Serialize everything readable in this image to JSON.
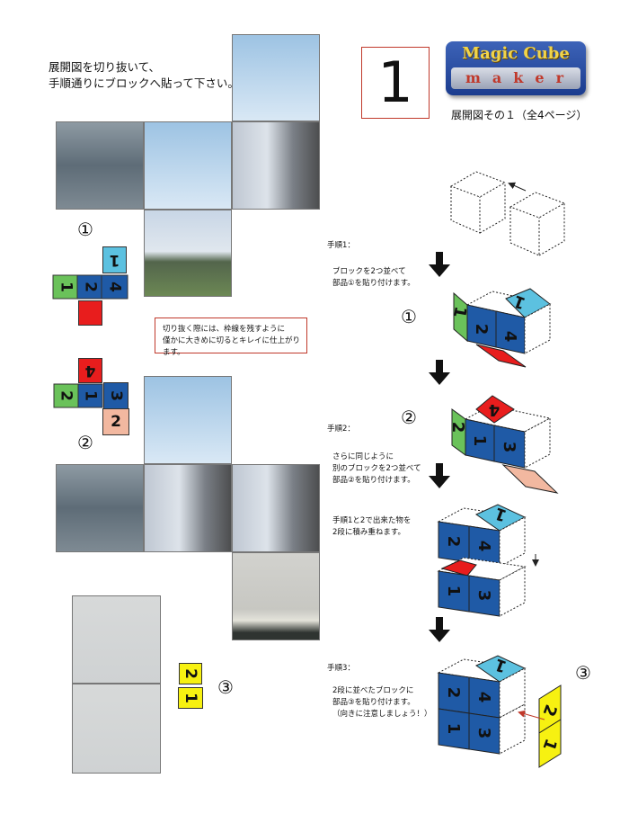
{
  "header": {
    "intro_line1": "展開図を切り抜いて、",
    "intro_line2": "手順通りにブロックへ貼って下さい。",
    "page_number": "1",
    "logo_line1": "Magic Cube",
    "logo_line2": "maker",
    "subtitle": "展開図その１（全4ページ）"
  },
  "parts": {
    "part1": {
      "marker": "①",
      "faces": [
        "1",
        "2",
        "4",
        "1"
      ]
    },
    "part2": {
      "marker": "②",
      "faces": [
        "4",
        "2",
        "1",
        "3",
        "2"
      ]
    },
    "part3": {
      "marker": "③",
      "faces": [
        "2",
        "1"
      ]
    }
  },
  "note": {
    "line1": "切り抜く際には、枠線を残すように",
    "line2": "僅かに大きめに切るとキレイに仕上がります。"
  },
  "steps": {
    "step1_heading": "手順1：",
    "step1_line1": "ブロックを2つ並べて",
    "step1_line2": "部品①を貼り付けます。",
    "step2_heading": "手順2：",
    "step2_line1": "さらに同じように",
    "step2_line2": "別のブロックを2つ並べて",
    "step2_line3": "部品②を貼り付けます。",
    "stack_line1": "手順1と2で出来た物を",
    "stack_line2": "2段に積み重ねます。",
    "step3_heading": "手順3：",
    "step3_line1": "2段に並べたブロックに",
    "step3_line2": "部品③を貼り付けます。",
    "step3_line3": "（向きに注意しましょう！）",
    "marker1": "①",
    "marker2": "②",
    "marker3": "③"
  },
  "colors": {
    "blue": "#1f5aa6",
    "light_blue": "#5cc1e0",
    "green": "#6ac25a",
    "red": "#e81d1d",
    "pink": "#f2b8a0",
    "yellow": "#f7f111",
    "frame_red": "#c0392b"
  }
}
